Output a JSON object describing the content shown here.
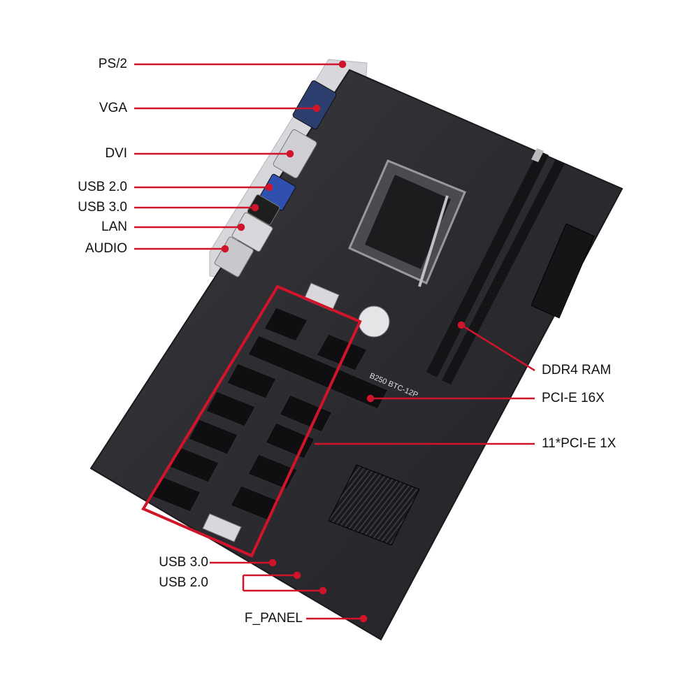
{
  "labels": {
    "ps2": "PS/2",
    "vga": "VGA",
    "dvi": "DVI",
    "usb20_rear": "USB 2.0",
    "usb30_rear": "USB 3.0",
    "lan": "LAN",
    "audio": "AUDIO",
    "ddr4": "DDR4 RAM",
    "pcie16": "PCI-E  16X",
    "pcie1": "11*PCI-E  1X",
    "usb30_header": "USB 3.0",
    "usb20_header": "USB 2.0",
    "fpanel": "F_PANEL"
  },
  "board": {
    "silkscreen": "B250 BTC-12P"
  },
  "colors": {
    "leader": "#d0142a",
    "board": "#2a2a2e",
    "text": "#111111"
  }
}
